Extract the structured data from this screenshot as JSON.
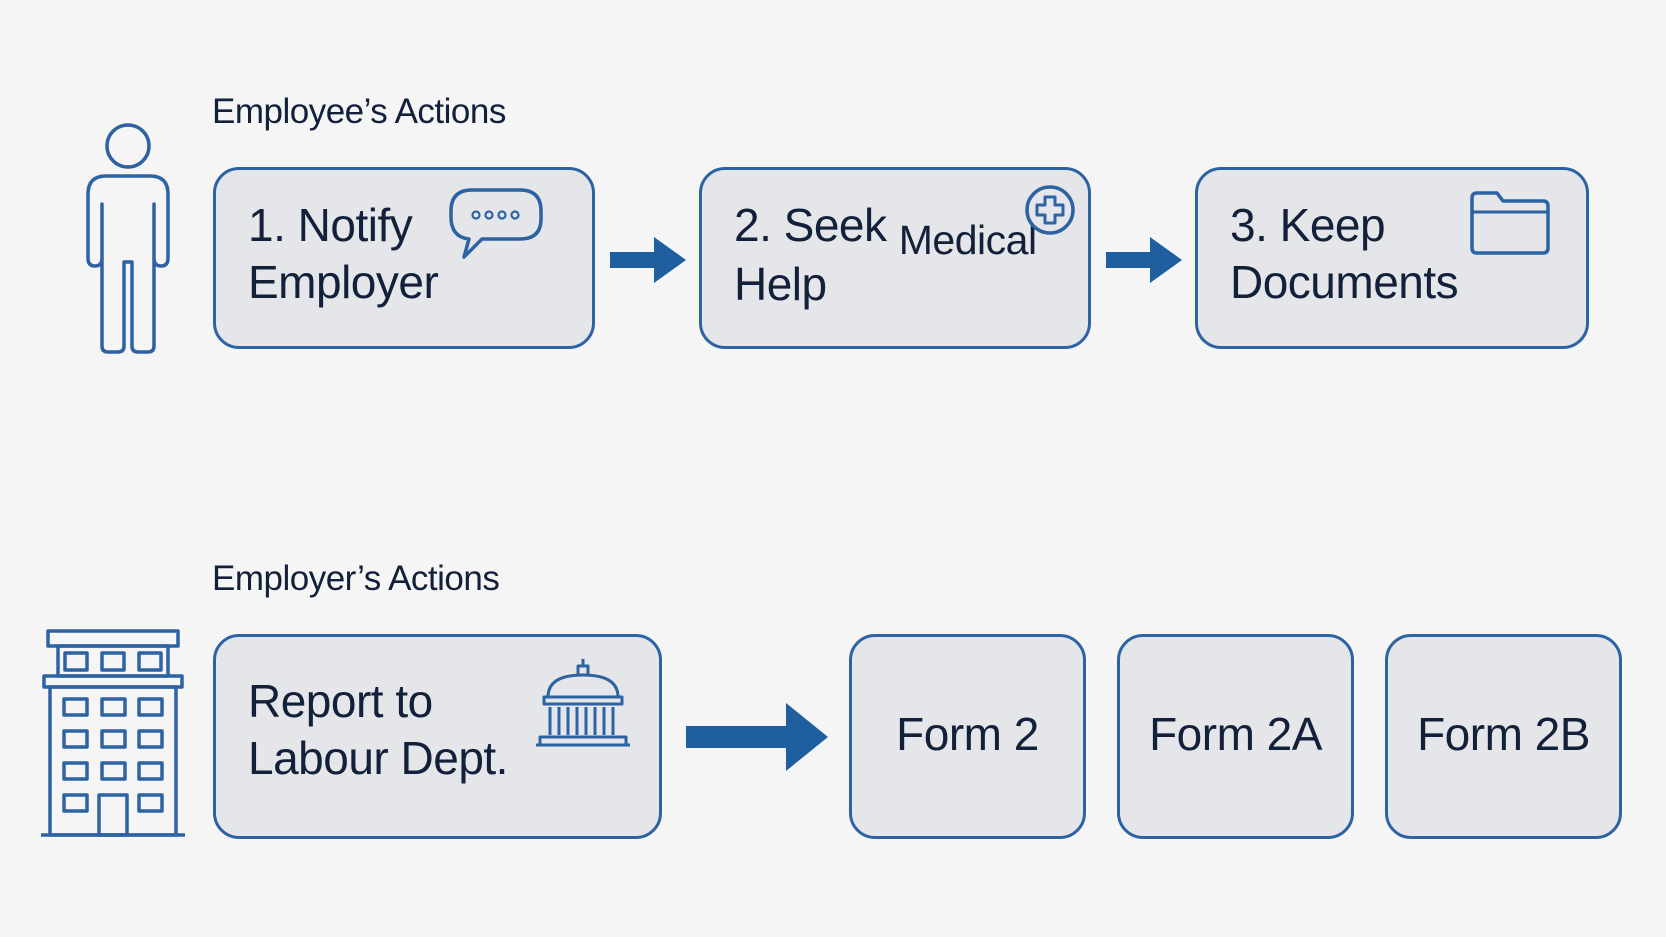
{
  "colors": {
    "background": "#f5f5f5",
    "box_fill": "#e4e6ea",
    "box_border": "#2d62a3",
    "arrow": "#1f5fa0",
    "text": "#13203a"
  },
  "employee_section": {
    "title": "Employee’s Actions",
    "actor_icon": "person-icon",
    "steps": [
      {
        "line1": "1. Notify",
        "line2": "Employer",
        "icon": "speech-bubble-icon"
      },
      {
        "line1": "2. Seek",
        "line1_extra": "Medical",
        "line2": "Help",
        "icon": "medical-cross-icon"
      },
      {
        "line1": "3. Keep",
        "line2": "Documents",
        "icon": "folder-icon"
      }
    ]
  },
  "employer_section": {
    "title": "Employer’s Actions",
    "actor_icon": "office-building-icon",
    "report": {
      "line1": "Report to",
      "line2": "Labour Dept.",
      "icon": "government-building-icon"
    },
    "forms": [
      "Form 2",
      "Form 2A",
      "Form 2B"
    ]
  }
}
